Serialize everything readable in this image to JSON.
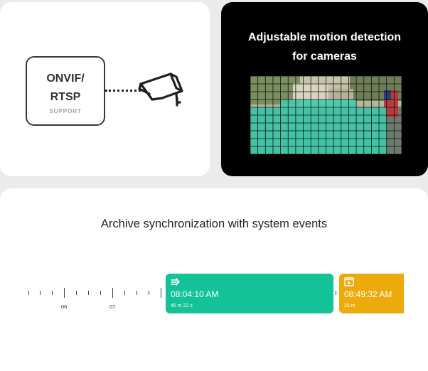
{
  "onvif_card": {
    "title_line1": "ONVIF/",
    "title_line2": "RTSP",
    "subtitle": "SUPPORT",
    "icon": "security-camera-icon"
  },
  "motion_card": {
    "title_line1": "Adjustable motion detection",
    "title_line2": "for cameras",
    "grid": {
      "cols": 20,
      "rows": 10,
      "active_color": "#3ccfb0"
    }
  },
  "archive_card": {
    "title": "Archive synchronization with system events",
    "timeline": {
      "labels": [
        "06",
        "07"
      ]
    },
    "events": [
      {
        "icon": "motion-arrows-icon",
        "time": "08:04:10 AM",
        "duration": "45 m 22 s",
        "color": "#13c296"
      },
      {
        "icon": "play-window-icon",
        "time": "08:49:32 AM",
        "duration": "25 m",
        "color": "#ecaa0c"
      }
    ]
  }
}
